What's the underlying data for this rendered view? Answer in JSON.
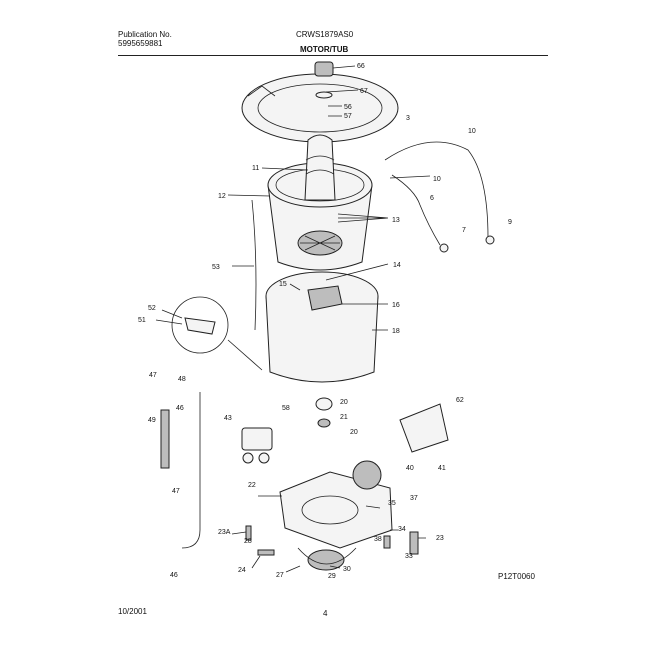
{
  "header": {
    "publication_label": "Publication No.",
    "publication_number": "5995659881",
    "model": "CRWS1879AS0",
    "section_title": "MOTOR/TUB"
  },
  "footer": {
    "date": "10/2001",
    "page": "4"
  },
  "figure_id": "P12T0060",
  "callouts": [
    "66",
    "67",
    "3",
    "56",
    "57",
    "10",
    "11",
    "10",
    "12",
    "6",
    "9",
    "13",
    "7",
    "14",
    "53",
    "15",
    "16",
    "18",
    "52",
    "51",
    "47",
    "48",
    "46",
    "49",
    "20",
    "58",
    "43",
    "21",
    "20",
    "62",
    "40",
    "41",
    "47",
    "22",
    "35",
    "37",
    "23A",
    "28",
    "34",
    "38",
    "23",
    "33",
    "24",
    "27",
    "29",
    "30",
    "46"
  ]
}
